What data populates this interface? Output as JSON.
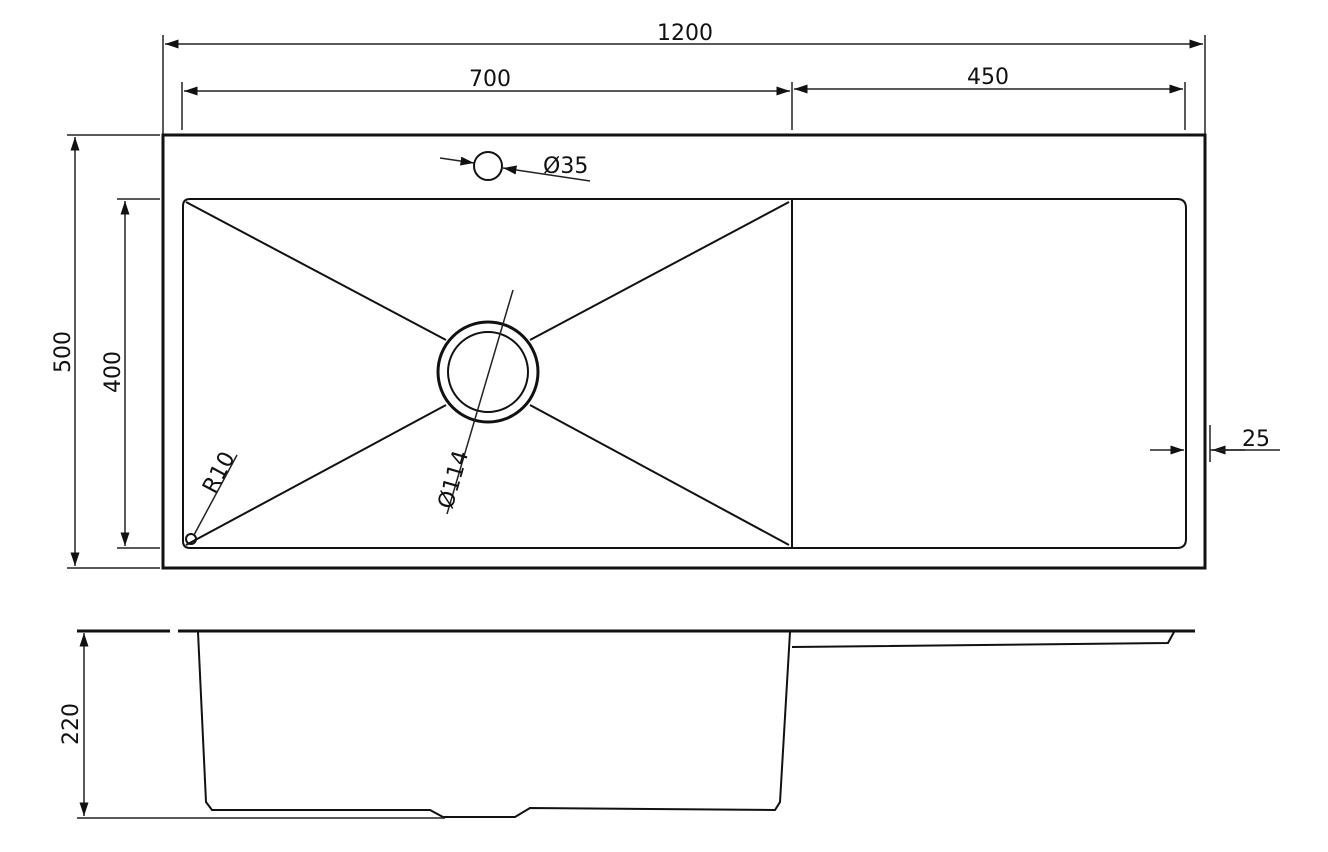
{
  "dimensions": {
    "overall_width": "1200",
    "bowl_width": "700",
    "drainboard_width": "450",
    "overall_depth": "500",
    "bowl_depth": "400",
    "tap_hole": "Ø35",
    "drain": "Ø114",
    "corner_radius": "R10",
    "edge_margin": "25",
    "bowl_height": "220"
  }
}
